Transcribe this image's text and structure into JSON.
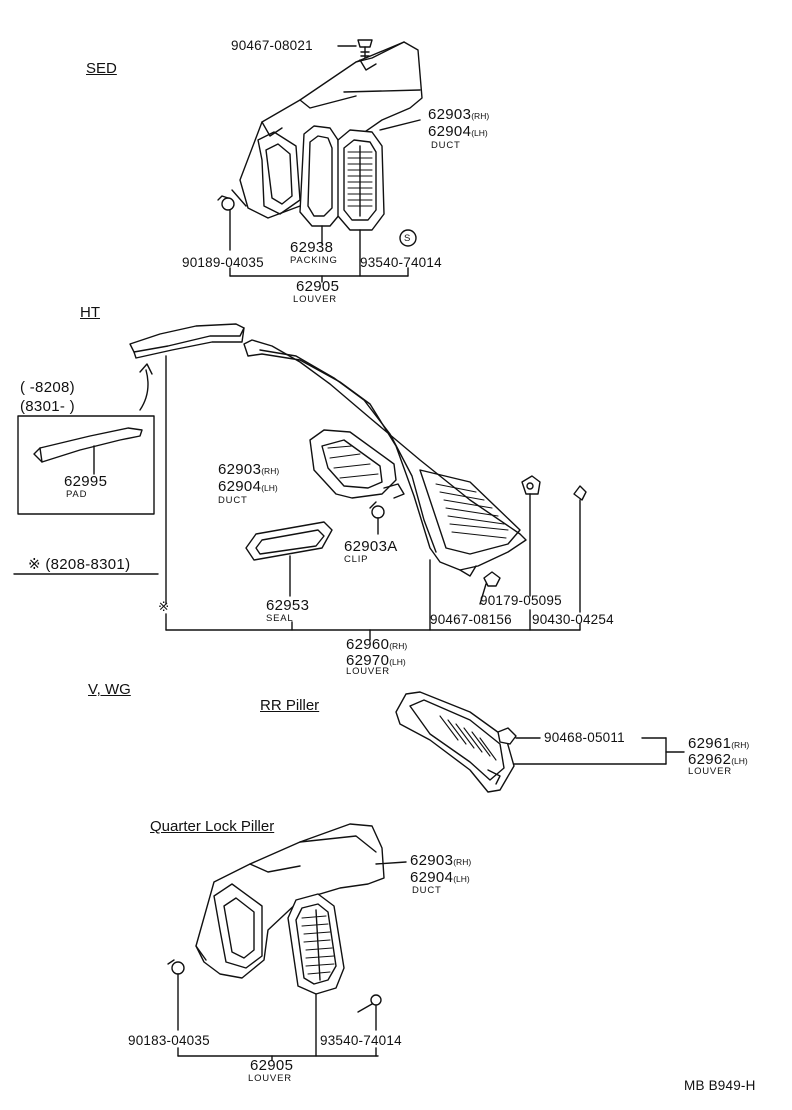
{
  "footer_code": "MB B949-H",
  "sections": {
    "sed": {
      "heading": "SED",
      "parts": {
        "bolt_top": "90467-08021",
        "duct_rh": "62903",
        "duct_rh_side": "(RH)",
        "duct_lh": "62904",
        "duct_lh_side": "(LH)",
        "duct_name": "DUCT",
        "packing_no": "62938",
        "packing_name": "PACKING",
        "clip_left": "90189-04035",
        "screw": "93540-74014",
        "screw_mark": "S",
        "louver_no": "62905",
        "louver_name": "LOUVER"
      }
    },
    "ht": {
      "heading": "HT",
      "range_a": "(        -8208)",
      "range_b": "(8301-        )",
      "pad_no": "62995",
      "pad_name": "PAD",
      "range_note_mark": "※",
      "range_note": "(8208-8301)",
      "star_mark": "※",
      "duct_rh": "62903",
      "duct_rh_side": "(RH)",
      "duct_lh": "62904",
      "duct_lh_side": "(LH)",
      "duct_name": "DUCT",
      "clip_no": "62903A",
      "clip_name": "CLIP",
      "seal_no": "62953",
      "seal_name": "SEAL",
      "part_a": "90179-05095",
      "part_b": "90467-08156",
      "part_c": "90430-04254",
      "louver_rh": "62960",
      "louver_rh_side": "(RH)",
      "louver_lh": "62970",
      "louver_lh_side": "(LH)",
      "louver_name": "LOUVER"
    },
    "vwg": {
      "heading": "V, WG",
      "rr_heading": "RR Piller",
      "rr_clip": "90468-05011",
      "rr_louver_rh": "62961",
      "rr_louver_rh_side": "(RH)",
      "rr_louver_lh": "62962",
      "rr_louver_lh_side": "(LH)",
      "rr_louver_name": "LOUVER",
      "quarter_heading": "Quarter Lock Piller",
      "duct_rh": "62903",
      "duct_rh_side": "(RH)",
      "duct_lh": "62904",
      "duct_lh_side": "(LH)",
      "duct_name": "DUCT",
      "clip": "90183-04035",
      "screw": "93540-74014",
      "louver_no": "62905",
      "louver_name": "LOUVER"
    }
  },
  "icons": [
    "bolt-icon",
    "clip-icon",
    "screw-icon",
    "duct-drawing",
    "louver-drawing",
    "packing-drawing",
    "seal-drawing",
    "pad-drawing",
    "garnish-drawing"
  ],
  "colors": {
    "ink": "#111111",
    "paper": "#ffffff"
  }
}
